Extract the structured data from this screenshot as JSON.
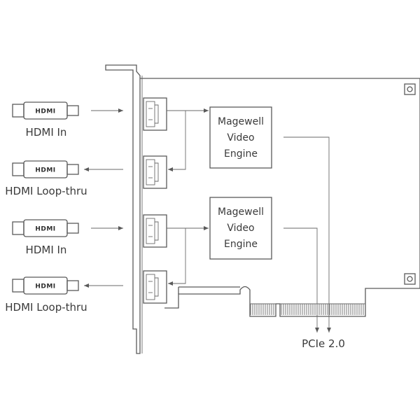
{
  "connectors": [
    {
      "logo": "HDMI",
      "label": "HDMI In",
      "direction": "in"
    },
    {
      "logo": "HDMI",
      "label": "HDMI Loop-thru",
      "direction": "out"
    },
    {
      "logo": "HDMI",
      "label": "HDMI In",
      "direction": "in"
    },
    {
      "logo": "HDMI",
      "label": "HDMI Loop-thru",
      "direction": "out"
    }
  ],
  "engines": [
    {
      "lines": [
        "Magewell",
        "Video",
        "Engine"
      ]
    },
    {
      "lines": [
        "Magewell",
        "Video",
        "Engine"
      ]
    }
  ],
  "bus_label": "PCIe 2.0",
  "colors": {
    "stroke": "#5a5a5a",
    "text": "#3a3a3a",
    "background": "#ffffff"
  }
}
